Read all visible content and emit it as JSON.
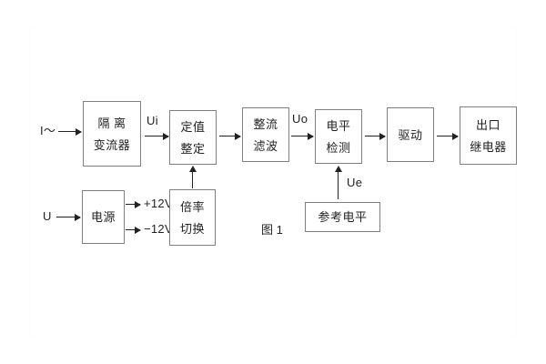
{
  "figure": {
    "caption": "图 1",
    "blocks": [
      {
        "id": "isolation-ct",
        "lines": [
          "隔 离",
          "变流器"
        ]
      },
      {
        "id": "setting",
        "lines": [
          "定值",
          "整定"
        ]
      },
      {
        "id": "rectify-filter",
        "lines": [
          "整流",
          "滤波"
        ]
      },
      {
        "id": "level-detect",
        "lines": [
          "电平",
          "检测"
        ]
      },
      {
        "id": "drive",
        "lines": [
          "驱动"
        ]
      },
      {
        "id": "output-relay",
        "lines": [
          "出口",
          "继电器"
        ]
      },
      {
        "id": "power-supply",
        "lines": [
          "电源"
        ]
      },
      {
        "id": "multiplier-switch",
        "lines": [
          "倍率",
          "切换"
        ]
      },
      {
        "id": "reference-level",
        "lines": [
          "参考电平"
        ]
      }
    ],
    "signals": {
      "current_input": "I～",
      "voltage_input": "U",
      "ui": "Ui",
      "uo": "Uo",
      "ue": "Ue",
      "rail_pos": "+12V",
      "rail_neg": "−12V"
    }
  }
}
